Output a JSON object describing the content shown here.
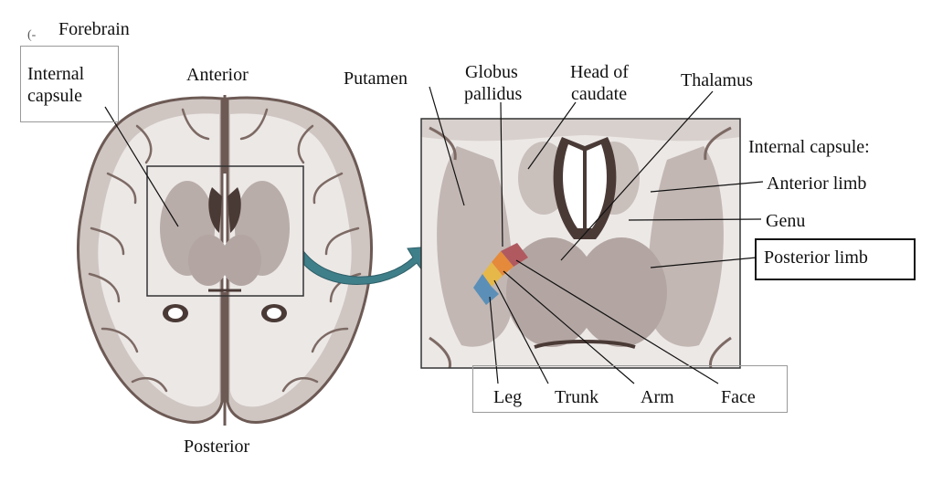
{
  "title": "Forebrain",
  "orientation": {
    "top": "Anterior",
    "bottom": "Posterior"
  },
  "left_callout": {
    "line1": "Internal",
    "line2": "capsule"
  },
  "structures": {
    "putamen": "Putamen",
    "globus_pallidus": {
      "line1": "Globus",
      "line2": "pallidus"
    },
    "head_of_caudate": {
      "line1": "Head of",
      "line2": "caudate"
    },
    "thalamus": "Thalamus"
  },
  "internal_capsule": {
    "heading": "Internal capsule:",
    "anterior_limb": "Anterior limb",
    "genu": "Genu",
    "posterior_limb": "Posterior limb"
  },
  "somatotopy": {
    "leg": "Leg",
    "trunk": "Trunk",
    "arm": "Arm",
    "face": "Face"
  },
  "colors": {
    "leg": "#5b8fb8",
    "trunk": "#e6b84a",
    "arm": "#e48a3a",
    "face": "#b05a60",
    "arrow": "#3f7f8a",
    "brain_tissue": "#cfc6c2",
    "white_matter": "#ece8e6",
    "deep_tissue": "#b9ada9"
  }
}
